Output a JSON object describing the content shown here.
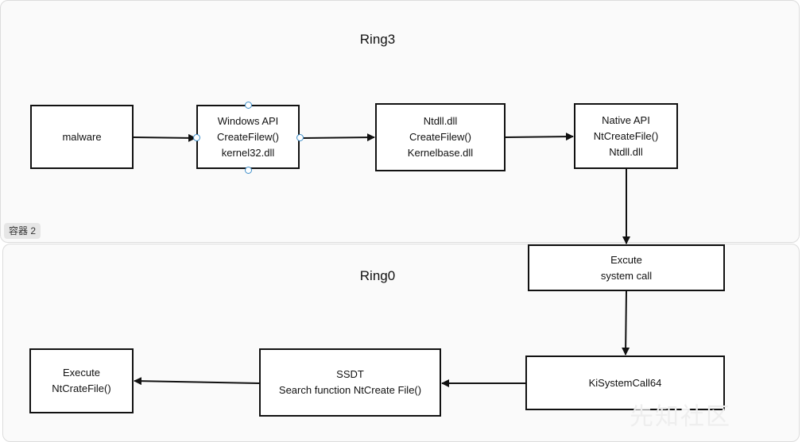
{
  "containers": {
    "ring3": {
      "title": "Ring3",
      "tag": "容器 2"
    },
    "ring0": {
      "title": "Ring0"
    }
  },
  "nodes": {
    "malware": {
      "lines": [
        "malware"
      ]
    },
    "winapi": {
      "lines": [
        "Windows API",
        "CreateFilew()",
        "kernel32.dll"
      ]
    },
    "ntdll": {
      "lines": [
        "Ntdll.dll",
        "CreateFilew()",
        "Kernelbase.dll"
      ]
    },
    "native": {
      "lines": [
        "Native API",
        "NtCreateFile()",
        "Ntdll.dll"
      ]
    },
    "execute_syscall": {
      "lines": [
        "Excute",
        "system call"
      ]
    },
    "kisyscall": {
      "lines": [
        "KiSystemCall64"
      ]
    },
    "ssdt": {
      "lines": [
        "SSDT",
        "Search function NtCreate File()"
      ]
    },
    "execute_create": {
      "lines": [
        "Execute",
        "NtCrateFile()"
      ]
    }
  },
  "edges": [
    {
      "from": "malware",
      "to": "winapi"
    },
    {
      "from": "winapi",
      "to": "ntdll"
    },
    {
      "from": "ntdll",
      "to": "native"
    },
    {
      "from": "native",
      "to": "execute_syscall"
    },
    {
      "from": "execute_syscall",
      "to": "kisyscall"
    },
    {
      "from": "kisyscall",
      "to": "ssdt"
    },
    {
      "from": "ssdt",
      "to": "execute_create"
    }
  ],
  "watermark": "先知社区",
  "colors": {
    "line": "#111111",
    "handle": "#3d8ec9",
    "container_bg": "#fafafa"
  }
}
